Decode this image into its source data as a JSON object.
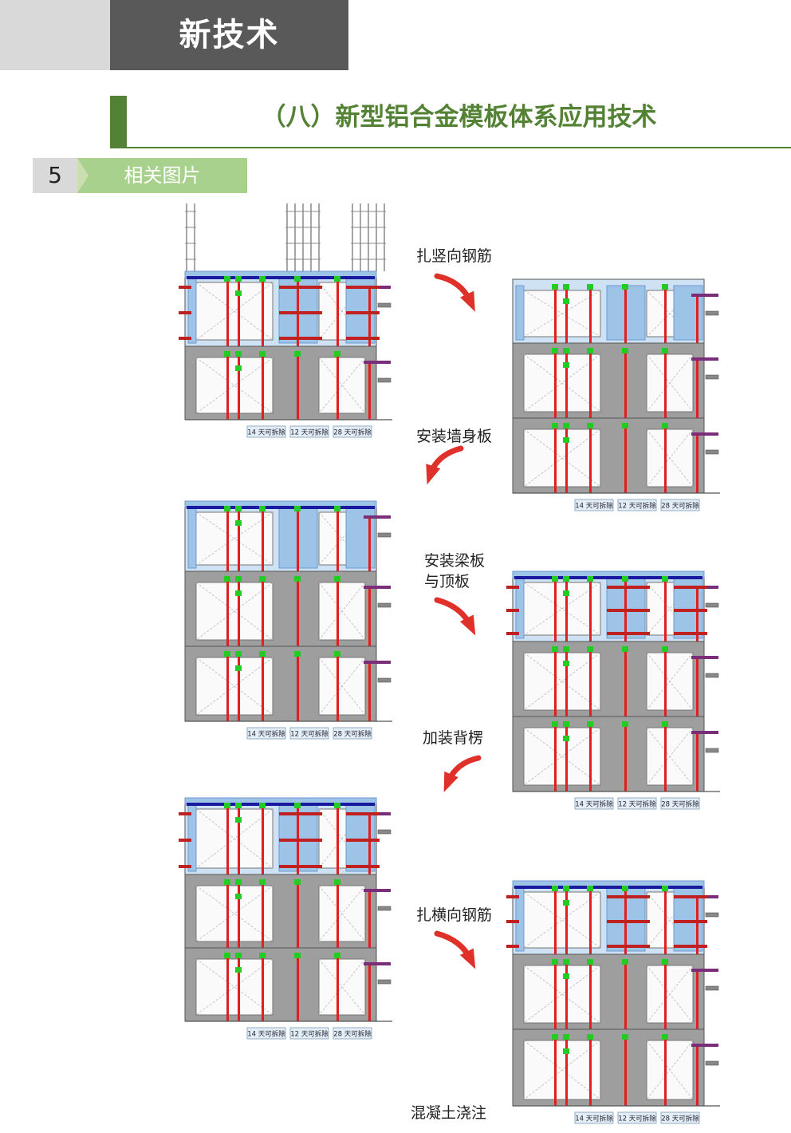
{
  "header": {
    "category": "新技术"
  },
  "title": "（八）新型铝合金模板体系应用技术",
  "section": {
    "number": "5",
    "label": "相关图片"
  },
  "stage_labels": [
    "14 天可拆除",
    "12 天可拆除",
    "28 天可拆除"
  ],
  "steps": [
    "扎竖向钢筋",
    "安装墙身板",
    "安装梁板\n与顶板",
    "加装背楞",
    "扎横向钢筋",
    "混凝土浇注"
  ],
  "colors": {
    "accent_green": "#548235",
    "light_green": "#a9d18e",
    "concrete": "#9e9e9e",
    "formwork": "#9dc3e6",
    "rebar": "#e02020",
    "node": "#22cc22",
    "slab_edge": "#1a1aa0",
    "arrow": "#e0302a",
    "purple_bracket": "#7a2e7a"
  }
}
